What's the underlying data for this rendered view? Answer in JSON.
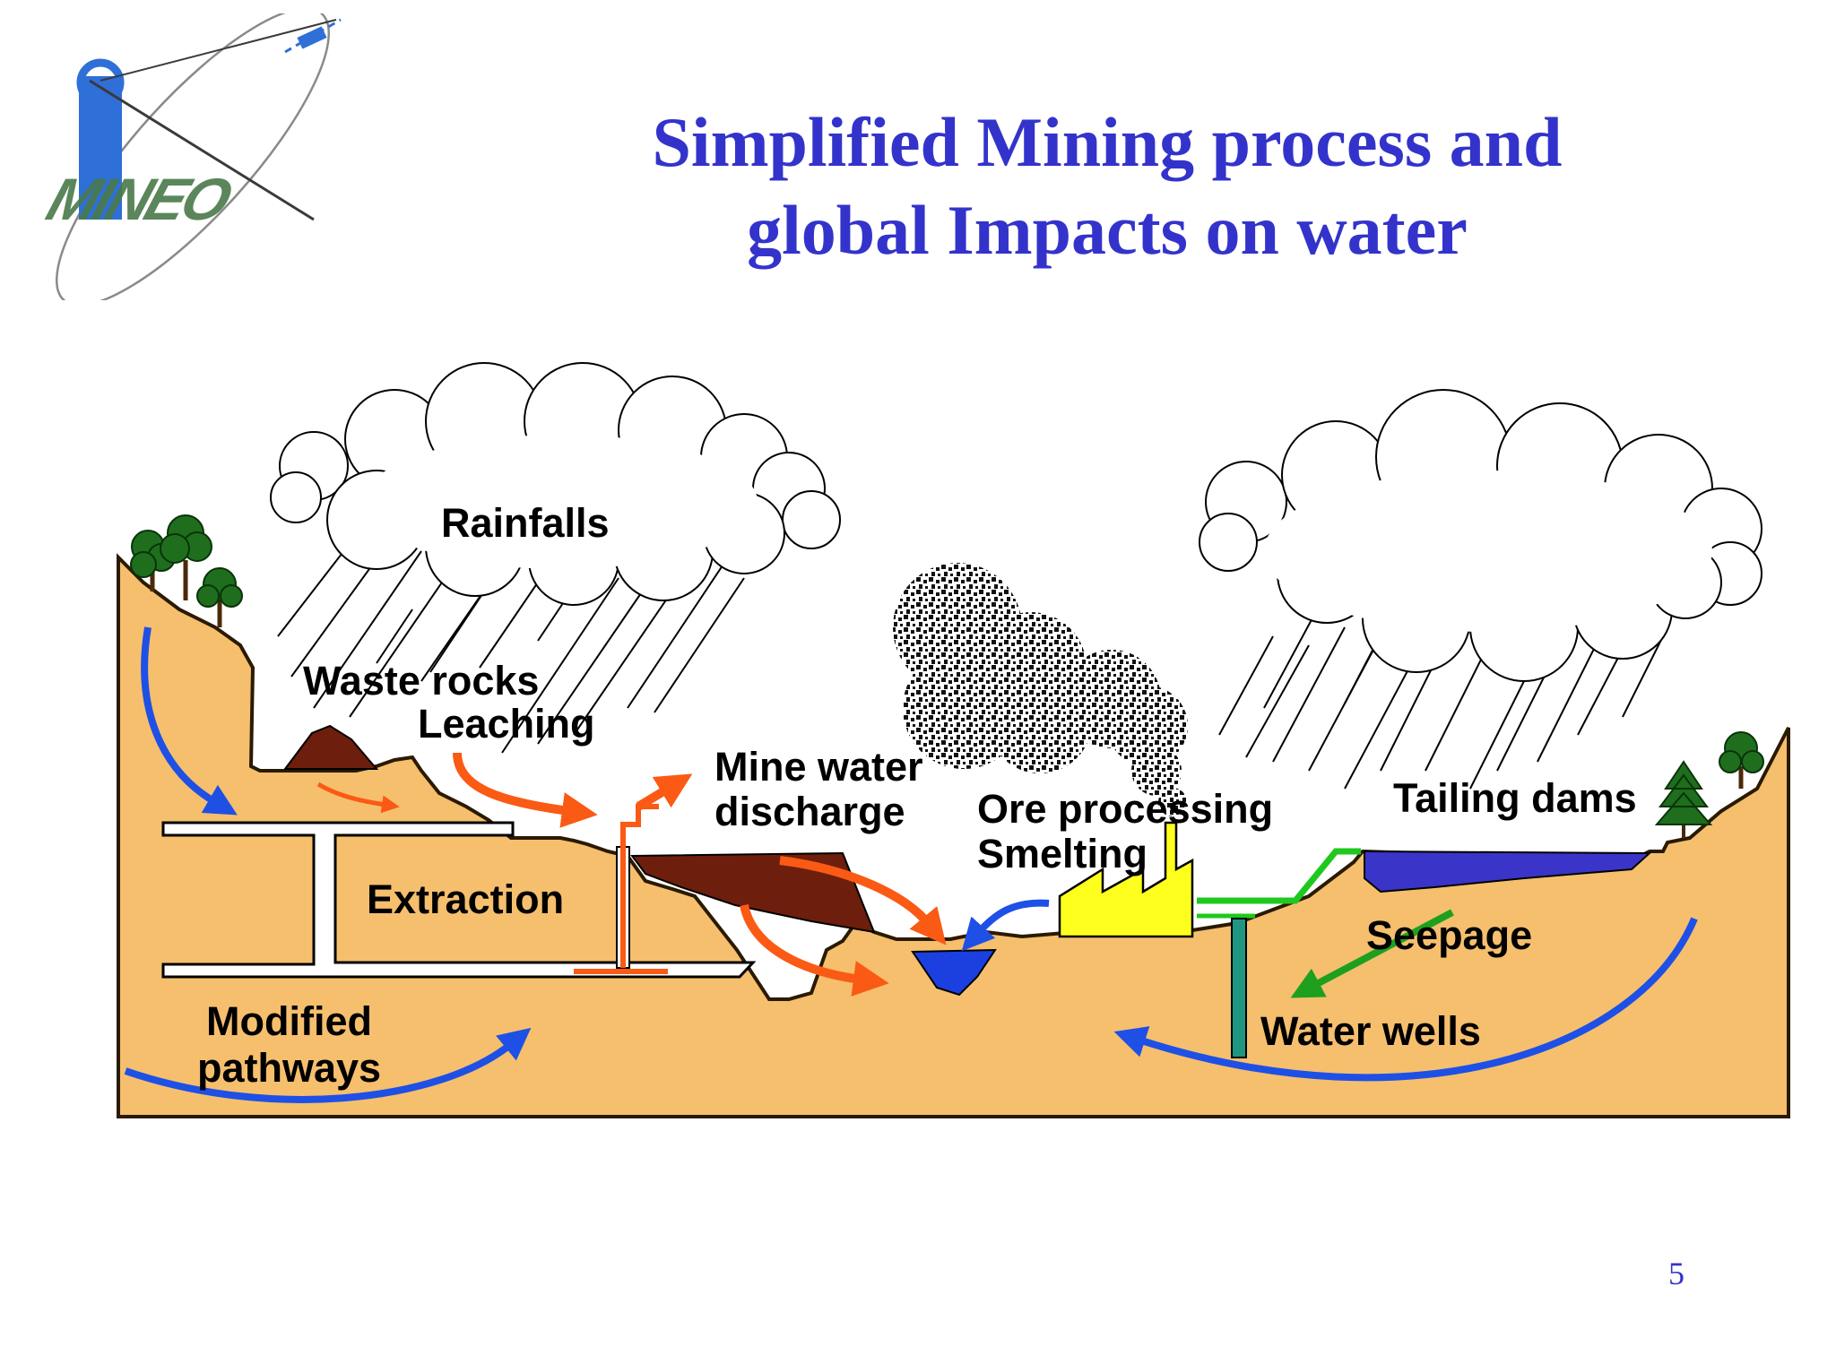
{
  "slide": {
    "title_line1": "Simplified Mining process and",
    "title_line2": "global Impacts on water",
    "page_number": "5"
  },
  "logo": {
    "text": "MINEO",
    "icon": "mineo-logo-icon"
  },
  "labels": {
    "rainfalls": "Rainfalls",
    "waste_rocks": "Waste rocks",
    "leaching": "Leaching",
    "mine_water_1": "Mine water",
    "mine_water_2": "discharge",
    "ore_processing": "Ore processing",
    "smelting": "Smelting",
    "tailing_dams": "Tailing dams",
    "extraction": "Extraction",
    "seepage": "Seepage",
    "water_wells": "Water wells",
    "modified_1": "Modified",
    "modified_2": "pathways"
  },
  "colors": {
    "title": "#3333cc",
    "ground": "#f5bf6e",
    "waste_rock": "#6e1e0c",
    "water": "#1c3fe0",
    "flow_arrow": "#fa5a14",
    "groundwater_arrow": "#1e50e6",
    "seepage_arrow": "#1ea01e",
    "factory": "#ffff1e",
    "pipe": "#1ec81e",
    "well": "#1e9682",
    "tree": "#1e6e1e"
  }
}
